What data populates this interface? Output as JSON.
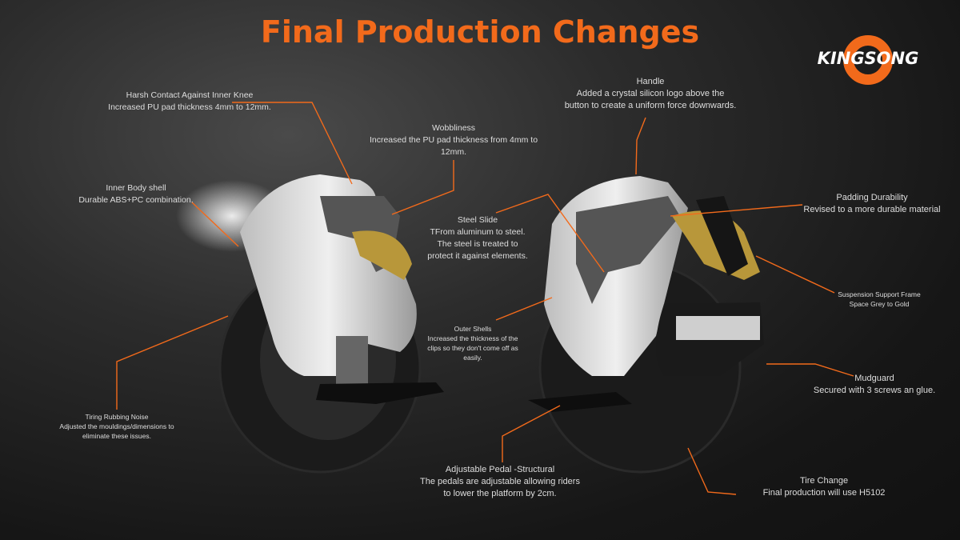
{
  "title": "Final Production Changes",
  "logo": {
    "text": "KINGSONG",
    "color": "#f26a1b"
  },
  "accent_color": "#f26a1b",
  "annotations": [
    {
      "id": "harsh-contact",
      "heading": "Harsh Contact Against Inner Knee",
      "body": "Increased PU pad thickness 4mm to 12mm."
    },
    {
      "id": "wobbliness",
      "heading": "Wobbliness",
      "body": "Increased the PU pad thickness from 4mm to 12mm."
    },
    {
      "id": "inner-body-shell",
      "heading": "Inner Body shell",
      "body": "Durable ABS+PC combination."
    },
    {
      "id": "steel-slide",
      "heading": "Steel Slide",
      "body": "TFrom aluminum to steel. The steel is treated to protect it against elements."
    },
    {
      "id": "outer-shells",
      "heading": "Outer Shells",
      "body": "Increased the thickness of the clips so they don't come off as easily."
    },
    {
      "id": "tiring-rubbing-noise",
      "heading": "Tiring Rubbing Noise",
      "body": "Adjusted the mouldings/dimensions to eliminate these issues."
    },
    {
      "id": "adjustable-pedal",
      "heading": "Adjustable Pedal -Structural",
      "body": "The pedals are adjustable allowing riders to lower the platform by 2cm."
    },
    {
      "id": "handle",
      "heading": "Handle",
      "body": "Added a crystal silicon logo above the button to create a uniform force downwards."
    },
    {
      "id": "padding-durability",
      "heading": "Padding Durability",
      "body": "Revised to a more durable material"
    },
    {
      "id": "suspension-support-frame",
      "heading": "Suspension Support Frame",
      "body": "Space Grey to Gold"
    },
    {
      "id": "mudguard",
      "heading": "Mudguard",
      "body": "Secured with 3 screws an glue."
    },
    {
      "id": "tire-change",
      "heading": "Tire Change",
      "body": "Final production will use H5102"
    }
  ]
}
